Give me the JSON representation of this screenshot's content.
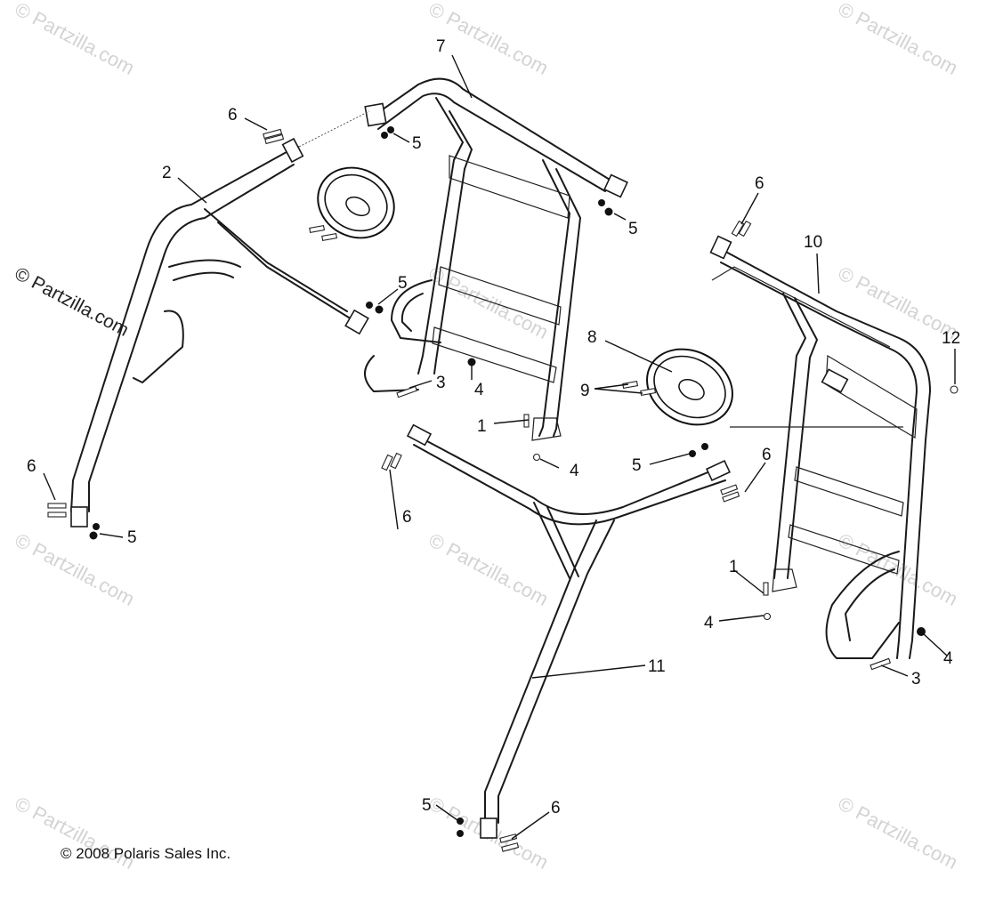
{
  "watermarks": {
    "site": "© Partzilla.com"
  },
  "copyright": "© 2008 Polaris Sales Inc.",
  "callouts": {
    "c1a": "1",
    "c1b": "1",
    "c2": "2",
    "c3a": "3",
    "c3b": "3",
    "c4a": "4",
    "c4b": "4",
    "c4c": "4",
    "c4d": "4",
    "c5a": "5",
    "c5b": "5",
    "c5c": "5",
    "c5d": "5",
    "c5e": "5",
    "c5f": "5",
    "c6a": "6",
    "c6b": "6",
    "c6c": "6",
    "c6d": "6",
    "c6e": "6",
    "c7": "7",
    "c8": "8",
    "c9": "9",
    "c10": "10",
    "c11": "11",
    "c12": "12"
  }
}
